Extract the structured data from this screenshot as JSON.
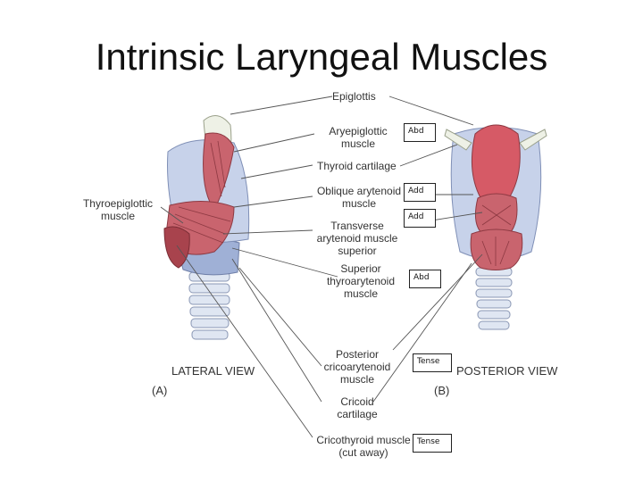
{
  "title": "Intrinsic Laryngeal Muscles",
  "labels": {
    "epiglottis": "Epiglottis",
    "aryepiglottic": "Aryepiglottic muscle",
    "thyroid_cartilage": "Thyroid cartilage",
    "oblique": "Oblique arytenoid muscle",
    "transverse": "Transverse arytenoid muscle superior",
    "superior_thyroarytenoid": "Superior thyroarytenoid muscle",
    "posterior_crico": "Posterior cricoarytenoid muscle",
    "cricoid": "Cricoid cartilage",
    "cricothyroid": "Cricothyroid muscle (cut away)",
    "thyroepiglottic": "Thyroepiglottic muscle"
  },
  "views": {
    "lateral": "LATERAL VIEW",
    "lateral_sub": "(A)",
    "posterior": "POSTERIOR VIEW",
    "posterior_sub": "(B)"
  },
  "notes": {
    "abd_1": "Abd",
    "add_1": "Add",
    "add_2": "Add",
    "abd_2": "Abd",
    "tense_1": "Tense",
    "tense_2": "Tense"
  },
  "colors": {
    "muscle": "#c9646e",
    "muscle_dark": "#a8434d",
    "cartilage": "#9fb0d6",
    "cartilage_light": "#c7d2ea",
    "trachea": "#dfe6f2",
    "leader": "#555555"
  }
}
